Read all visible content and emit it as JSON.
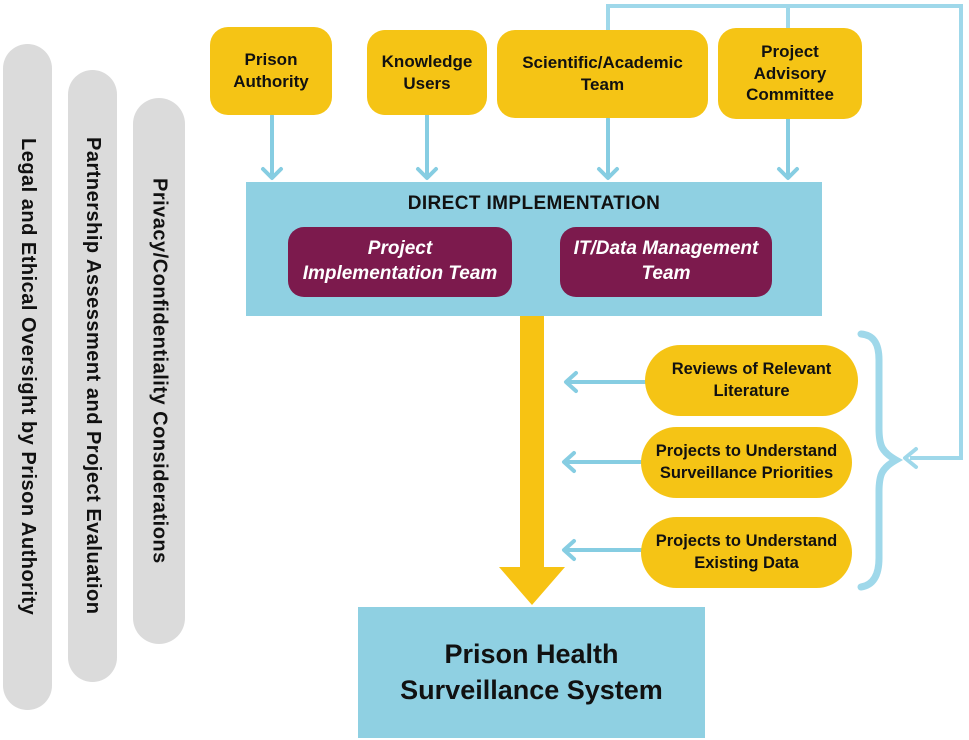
{
  "left_rails": {
    "items": [
      {
        "label": "Legal and Ethical Oversight by Prison Authority"
      },
      {
        "label": "Partnership Assessment and Project Evaluation"
      },
      {
        "label": "Privacy/Confidentiality Considerations"
      }
    ]
  },
  "stakeholders": {
    "items": [
      {
        "label": "Prison Authority"
      },
      {
        "label": "Knowledge Users"
      },
      {
        "label": "Scientific/Academic Team"
      },
      {
        "label": "Project Advisory Committee"
      }
    ]
  },
  "direct_implementation": {
    "title": "DIRECT IMPLEMENTATION",
    "teams": [
      {
        "label": "Project Implementation Team"
      },
      {
        "label": "IT/Data Management Team"
      }
    ]
  },
  "side_projects": {
    "items": [
      {
        "label": "Reviews of Relevant Literature"
      },
      {
        "label": "Projects to Understand Surveillance Priorities"
      },
      {
        "label": "Projects to Understand Existing Data"
      }
    ]
  },
  "outcome": {
    "label": "Prison Health Surveillance System"
  },
  "colors": {
    "yellow": "#f5c415",
    "light_blue_box": "#8fd0e2",
    "maroon": "#7c1a4d",
    "gray_rail": "#dbdbdb",
    "arrow_blue": "#86cde2",
    "loop_blue": "#9fd8ea",
    "arrow_yellow": "#f7c313",
    "text": "#111111"
  }
}
